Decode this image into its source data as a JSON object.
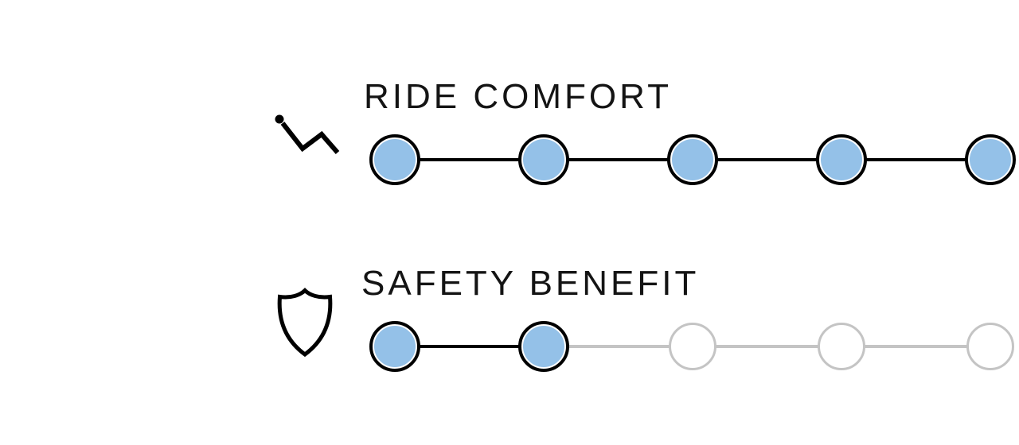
{
  "colors": {
    "background": "#ffffff",
    "text": "#141414",
    "active_stroke": "#000000",
    "inactive_stroke": "#c4c4c4",
    "dot_fill": "#94c1e8",
    "dot_gap": "#ffffff"
  },
  "ratings": [
    {
      "id": "ride-comfort",
      "label": "RIDE COMFORT",
      "icon": "recline-seat-icon",
      "value": 5,
      "max": 5
    },
    {
      "id": "safety-benefit",
      "label": "SAFETY BENEFIT",
      "icon": "shield-icon",
      "value": 2,
      "max": 5
    }
  ],
  "chart_data": {
    "type": "table",
    "title": "",
    "categories": [
      "RIDE COMFORT",
      "SAFETY BENEFIT"
    ],
    "values": [
      5,
      2
    ],
    "value_range": [
      0,
      5
    ],
    "legend_position": "none",
    "grid": false,
    "style_notes": "dot-scale rating rows: filled dots are light blue with black ring, unfilled dots are white with light gray ring, dots joined by connector lines"
  }
}
